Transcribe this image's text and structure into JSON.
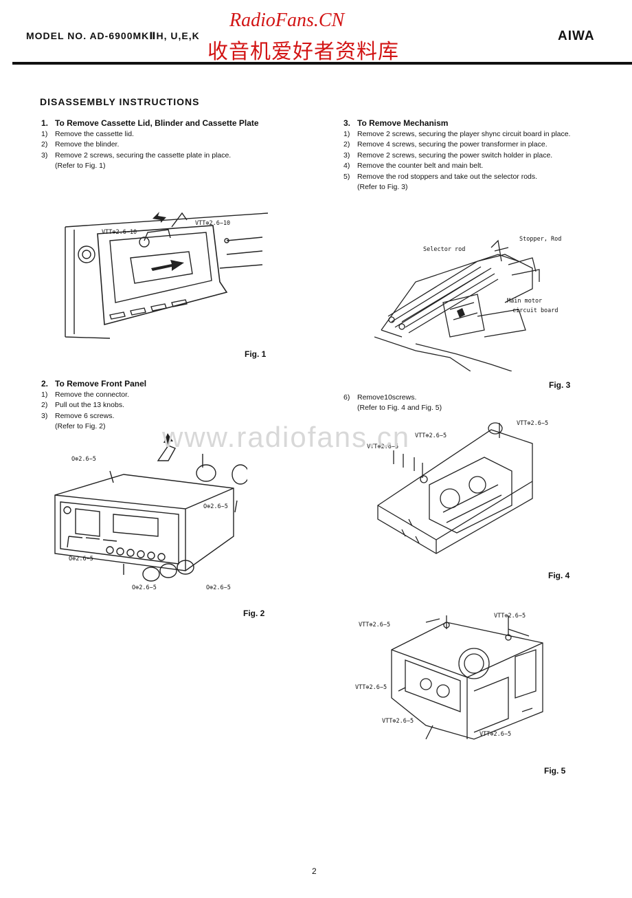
{
  "header": {
    "model": "MODEL NO. AD-6900MKⅡH, U,E,K",
    "site_brand": "RadioFans.CN",
    "site_cn": "收音机爱好者资料库",
    "brand": "AIWA"
  },
  "title": "DISASSEMBLY INSTRUCTIONS",
  "sections": [
    {
      "heading_num": "1.",
      "heading": "To Remove Cassette Lid, Blinder and Cassette Plate",
      "steps": [
        {
          "n": "1)",
          "t": "Remove the cassette lid."
        },
        {
          "n": "2)",
          "t": "Remove the blinder."
        },
        {
          "n": "3)",
          "t": "Remove 2 screws, securing the cassette plate in place."
        }
      ],
      "ref": "(Refer to Fig. 1)"
    },
    {
      "heading_num": "2.",
      "heading": "To Remove Front Panel",
      "steps": [
        {
          "n": "1)",
          "t": "Remove the connector."
        },
        {
          "n": "2)",
          "t": "Pull out the 13 knobs."
        },
        {
          "n": "3)",
          "t": "Remove 6 screws."
        }
      ],
      "ref": "(Refer to Fig. 2)"
    },
    {
      "heading_num": "3.",
      "heading": "To Remove Mechanism",
      "steps": [
        {
          "n": "1)",
          "t": "Remove 2 screws, securing the player shync circuit board in place."
        },
        {
          "n": "2)",
          "t": "Remove 4 screws, securing the power transformer in place."
        },
        {
          "n": "3)",
          "t": "Remove 2 screws, securing the power switch holder in place."
        },
        {
          "n": "4)",
          "t": "Remove the counter belt and main belt."
        },
        {
          "n": "5)",
          "t": "Remove the rod stoppers and take out the selector rods."
        }
      ],
      "ref": "(Refer to Fig. 3)",
      "extra_step": {
        "n": "6)",
        "t": "Remove10screws."
      },
      "extra_ref": "(Refer to Fig. 4 and Fig. 5)"
    }
  ],
  "figures": {
    "fig1": {
      "caption": "Fig. 1",
      "callouts": [
        "VTT⊕2.6−10",
        "VTT⊕2.6−10"
      ]
    },
    "fig2": {
      "caption": "Fig. 2",
      "callouts": [
        "O⊕2.6−5",
        "O⊕2.6−5",
        "O⊕2.6−5",
        "O⊕2.6−5",
        "O⊕2.6−5"
      ]
    },
    "fig3": {
      "caption": "Fig. 3",
      "callouts": [
        "Selector rod",
        "Stopper, Rod",
        "Main motor",
        "circuit board"
      ]
    },
    "fig4": {
      "caption": "Fig. 4",
      "callouts": [
        "VTT⊕2.6−5",
        "VTT⊕2.6−5",
        "VTT⊕2.6−5"
      ]
    },
    "fig5": {
      "caption": "Fig. 5",
      "callouts": [
        "VTT⊕2.6−5",
        "VTT⊕2.6−5",
        "VTT⊕2.6−5",
        "VTT⊕2.6−5",
        "VTT⊕2.6−5"
      ]
    }
  },
  "watermark": "www.radiofans.cn",
  "page_number": "2"
}
